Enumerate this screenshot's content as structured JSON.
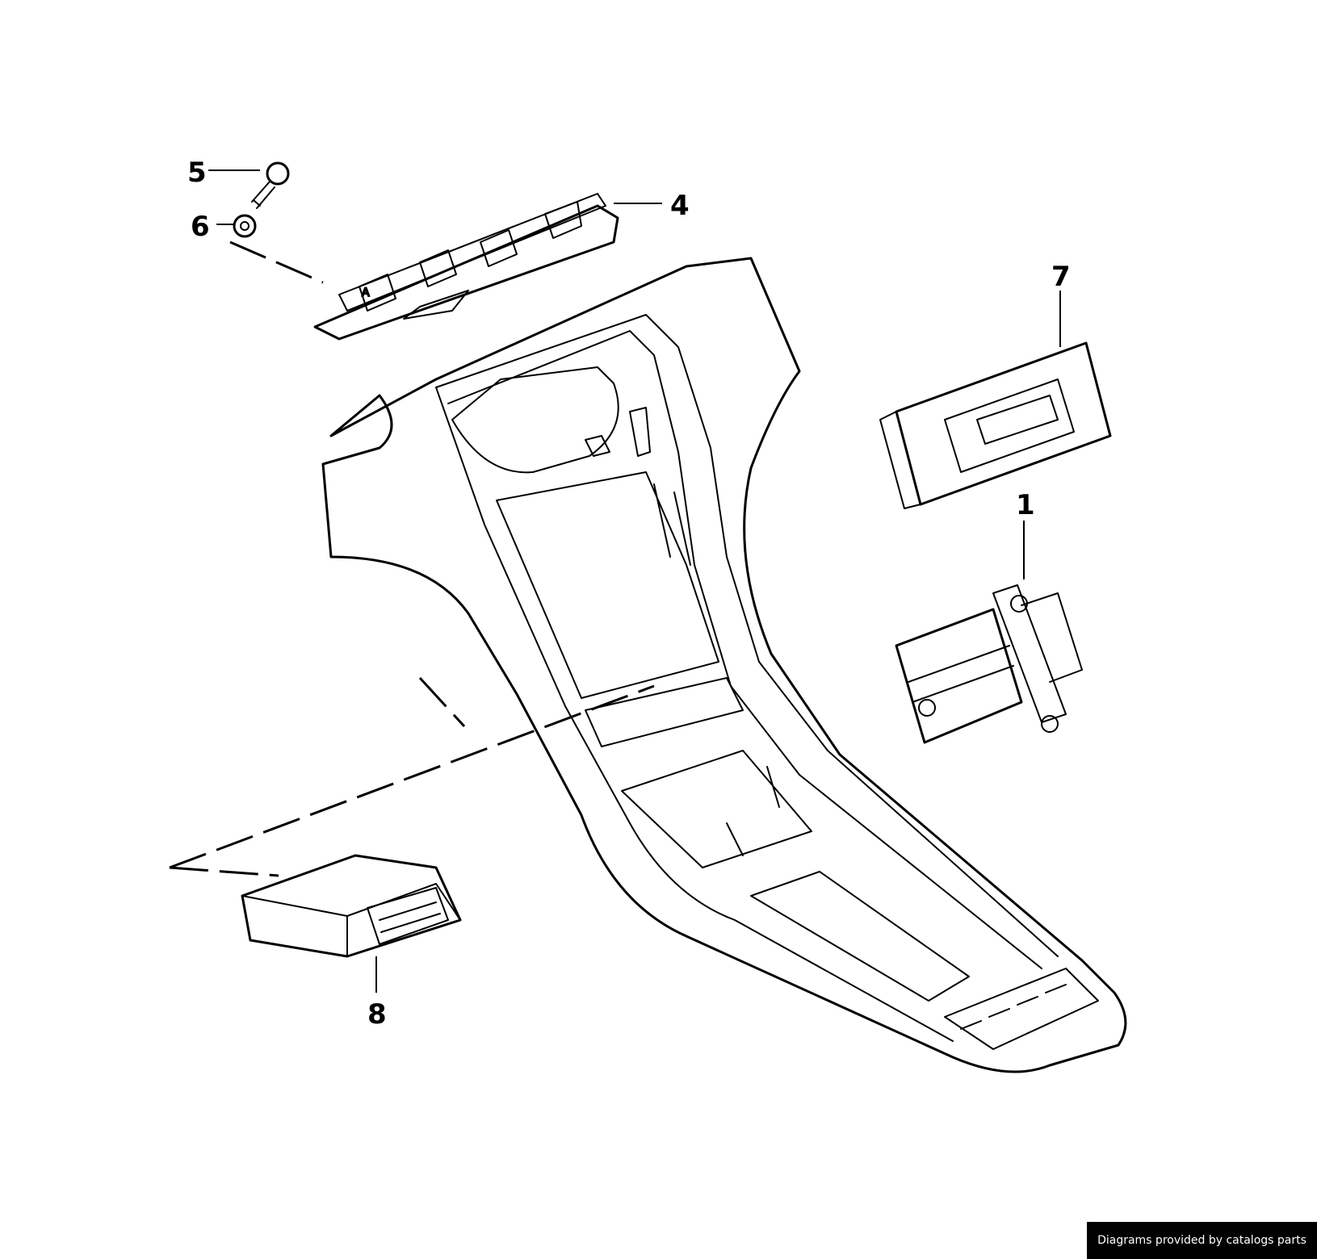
{
  "callouts": {
    "c1": "1",
    "c4": "4",
    "c5": "5",
    "c6": "6",
    "c7": "7",
    "c8": "8"
  },
  "footer": {
    "credit": "Diagrams provided by catalogs parts"
  }
}
